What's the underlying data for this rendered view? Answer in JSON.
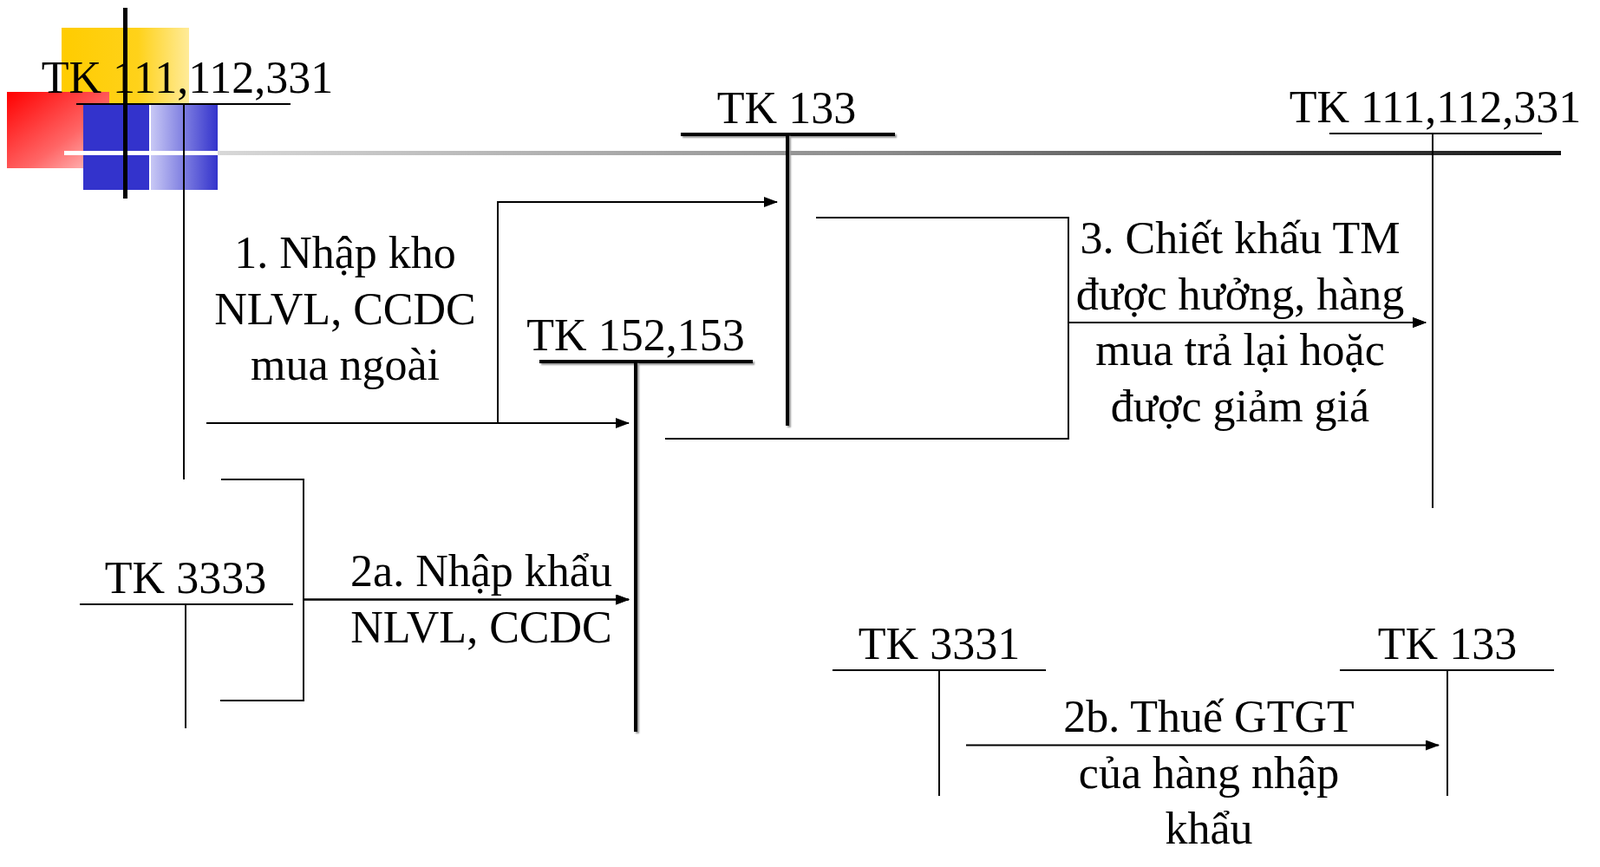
{
  "diagram": {
    "nodes": [
      {
        "text": [
          "TK 111,112,331"
        ]
      },
      {
        "text": [
          "TK 133"
        ]
      },
      {
        "text": [
          "TK 111,112,331"
        ]
      },
      {
        "text": [
          "TK 152,153"
        ]
      },
      {
        "text": [
          "TK 3333"
        ]
      },
      {
        "text": [
          "TK 3331"
        ]
      },
      {
        "text": [
          "TK 133"
        ]
      }
    ],
    "edges": [
      {
        "from": 0,
        "to": 3,
        "arrow": "to",
        "label": "1. Nhập kho NLVL, CCDC mua ngoài"
      },
      {
        "from": 0,
        "to": 1,
        "arrow": "to"
      },
      {
        "from": 0,
        "to": 3,
        "arrow": "to",
        "label": "2a. Nhập khẩu NLVL, CCDC"
      },
      {
        "from": 4,
        "to": 3,
        "arrow": "to"
      },
      {
        "from": 1,
        "to": 2,
        "arrow": "to",
        "label": "3. Chiết khấu TM được hưởng, hàng mua trả lại hoặc được giảm giá"
      },
      {
        "from": 3,
        "to": 2,
        "arrow": "to"
      },
      {
        "from": 5,
        "to": 6,
        "arrow": "to",
        "label": "2b. Thuế GTGT của hàng nhập khẩu"
      }
    ]
  }
}
